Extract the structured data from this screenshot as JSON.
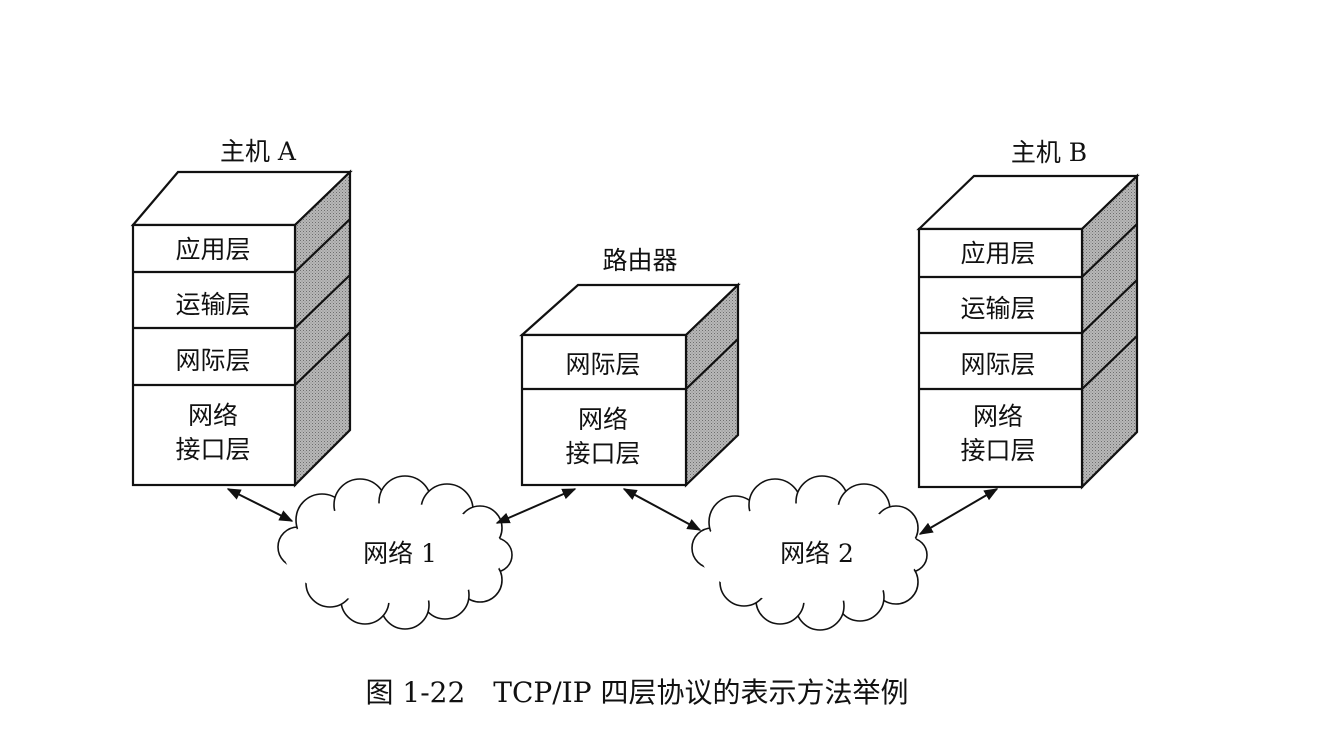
{
  "hosts": {
    "host_a": {
      "title": "主机 A",
      "layers": [
        "应用层",
        "运输层",
        "网际层",
        [
          "网络",
          "接口层"
        ]
      ]
    },
    "router": {
      "title": "路由器",
      "layers": [
        "网际层",
        [
          "网络",
          "接口层"
        ]
      ]
    },
    "host_b": {
      "title": "主机 B",
      "layers": [
        "应用层",
        "运输层",
        "网际层",
        [
          "网络",
          "接口层"
        ]
      ]
    }
  },
  "networks": {
    "net1": "网络 1",
    "net2": "网络 2"
  },
  "caption": "图 1-22　TCP/IP 四层协议的表示方法举例"
}
